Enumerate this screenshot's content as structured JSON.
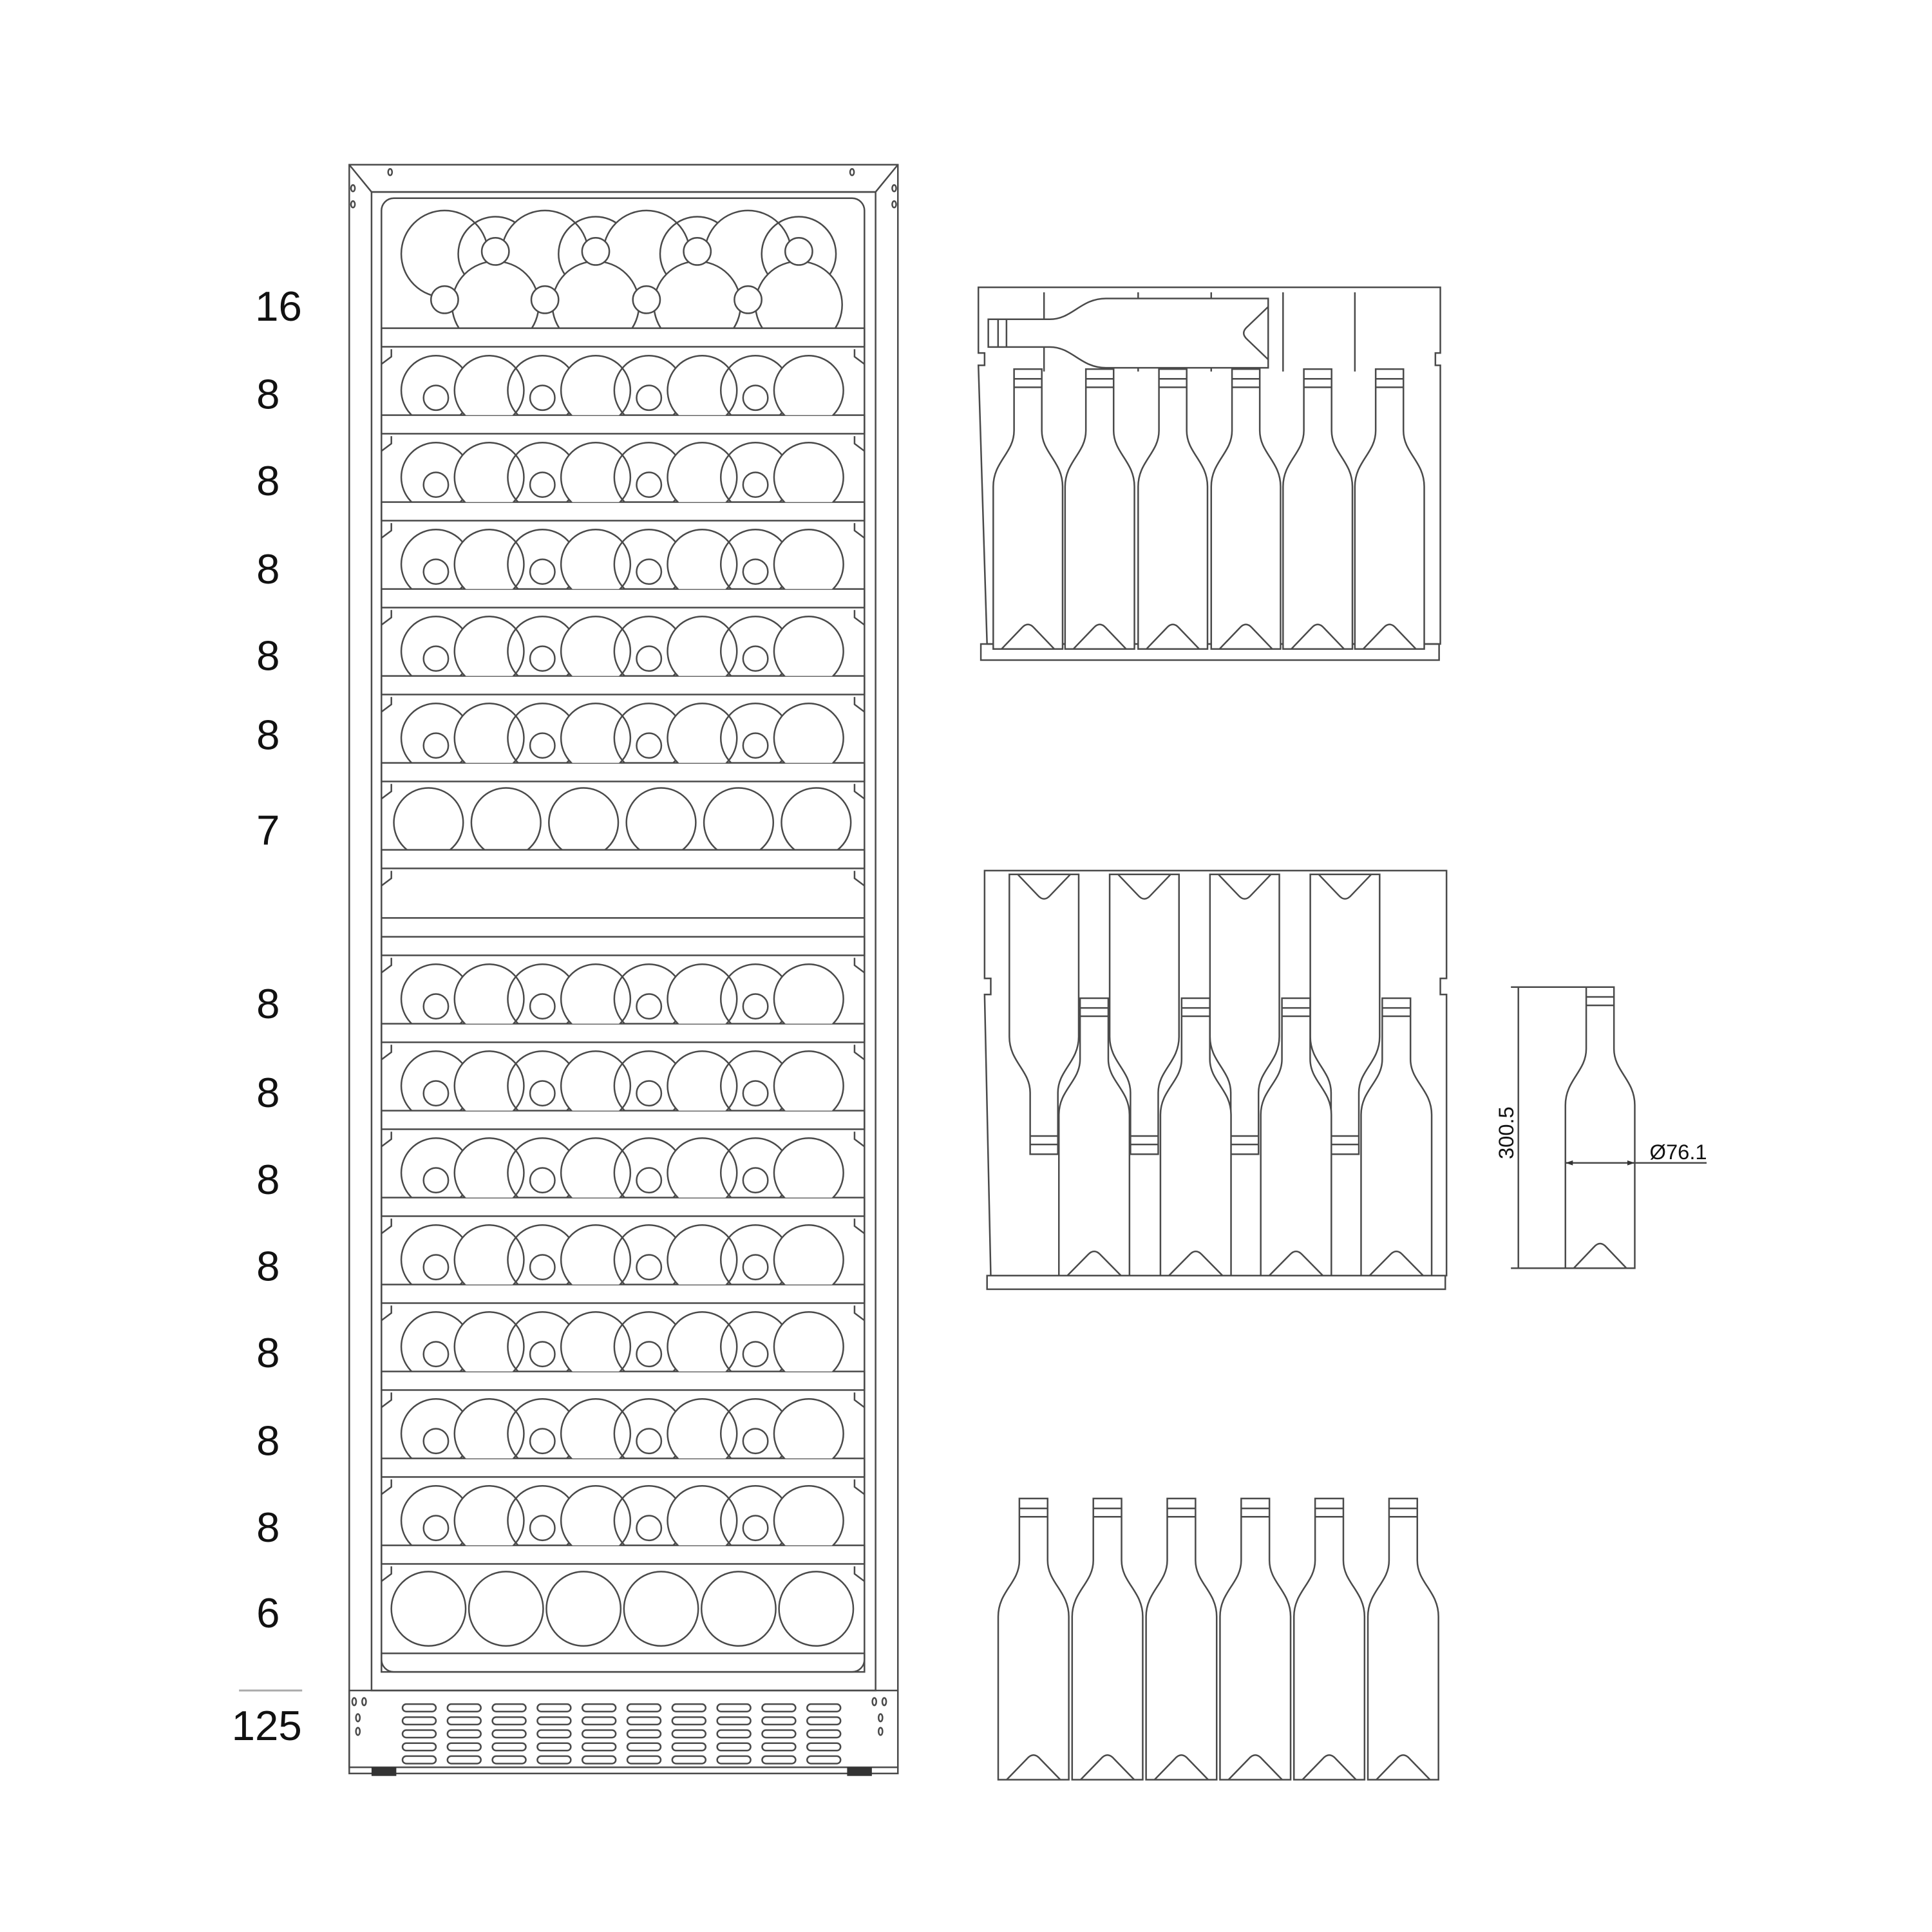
{
  "shelf_capacity_labels": [
    "16",
    "8",
    "8",
    "8",
    "8",
    "8",
    "7",
    "8",
    "8",
    "8",
    "8",
    "8",
    "8",
    "8",
    "6"
  ],
  "base_label": "125",
  "bottle_dimensions": {
    "height": "300.5",
    "diameter": "Ø76.1"
  },
  "colors": {
    "line": "#4a4a4a",
    "text": "#111111",
    "background": "#ffffff"
  }
}
